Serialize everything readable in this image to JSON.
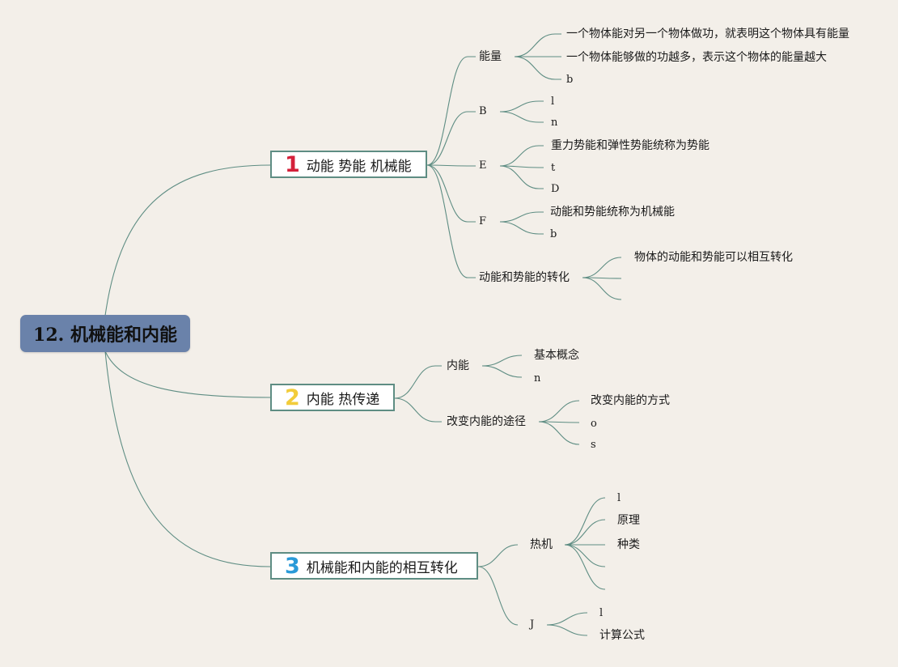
{
  "root": {
    "label": "12. 机械能和内能"
  },
  "line_color": "#5e8d83",
  "branches": [
    {
      "number": "1",
      "number_color": "#d4203a",
      "label": "动能 势能 机械能",
      "children": [
        {
          "label": "能量",
          "children": [
            "一个物体能对另一个物体做功，就表明这个物体具有能量",
            "一个物体能够做的功越多，表示这个物体的能量越大",
            "b"
          ]
        },
        {
          "label": "B",
          "children": [
            "l",
            "n"
          ]
        },
        {
          "label": "E",
          "children": [
            "重力势能和弹性势能统称为势能",
            "t",
            "D"
          ]
        },
        {
          "label": "F",
          "children": [
            "动能和势能统称为机械能",
            "b"
          ]
        },
        {
          "label": "动能和势能的转化",
          "children": [
            "物体的动能和势能可以相互转化",
            "",
            ""
          ]
        }
      ]
    },
    {
      "number": "2",
      "number_color": "#f2cc3a",
      "label": "内能 热传递",
      "children": [
        {
          "label": "内能",
          "children": [
            "基本概念",
            "n"
          ]
        },
        {
          "label": "改变内能的途径",
          "children": [
            "改变内能的方式",
            "o",
            "s"
          ]
        }
      ]
    },
    {
      "number": "3",
      "number_color": "#2a9ad8",
      "label": "机械能和内能的相互转化",
      "children": [
        {
          "label": "热机",
          "children": [
            "l",
            "原理",
            "种类",
            "",
            ""
          ]
        },
        {
          "label": "J",
          "children": [
            "l",
            "计算公式"
          ]
        }
      ]
    }
  ]
}
